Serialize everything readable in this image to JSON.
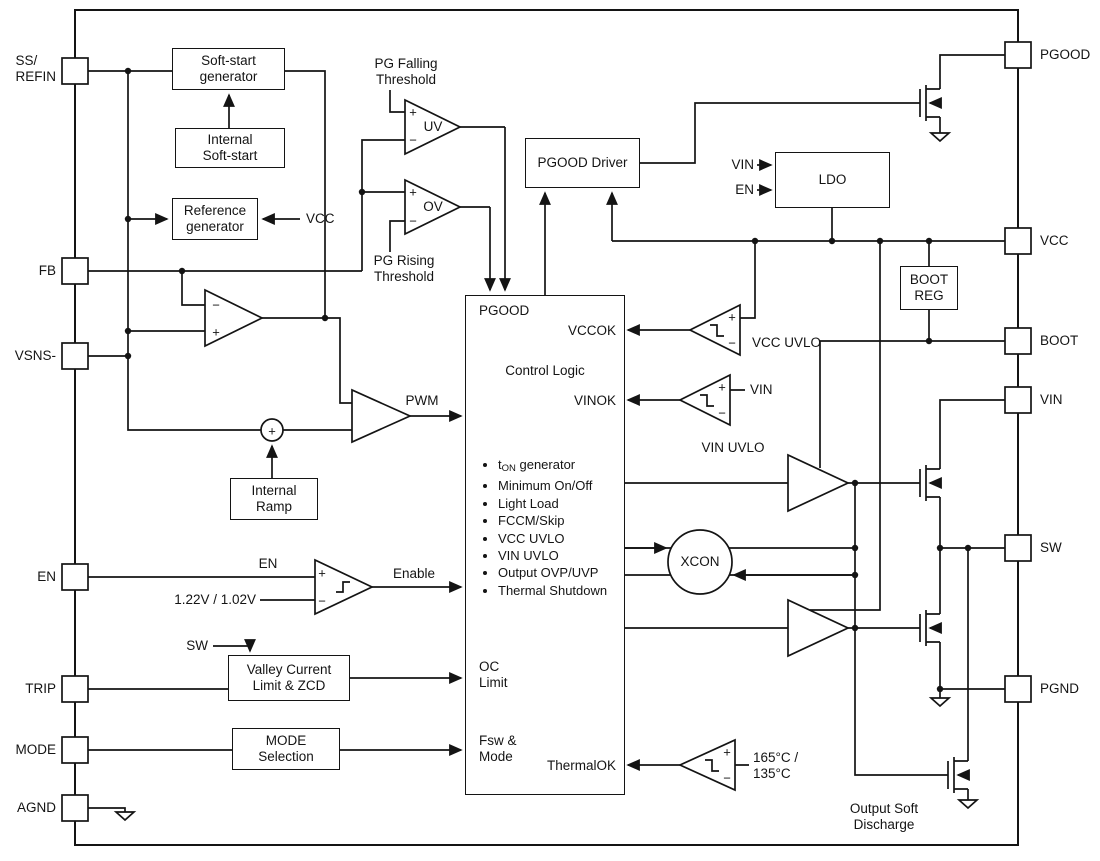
{
  "colors": {
    "ink": "#141414",
    "background": "#ffffff"
  },
  "sym": {
    "plus": "+",
    "minus": "−"
  },
  "pins": {
    "left": [
      "SS/\nREFIN",
      "FB",
      "VSNS-",
      "EN",
      "TRIP",
      "MODE",
      "AGND"
    ],
    "right": [
      "PGOOD",
      "VCC",
      "BOOT",
      "VIN",
      "SW",
      "PGND"
    ]
  },
  "blocks": {
    "soft_start": "Soft-start\ngenerator",
    "internal_ss": "Internal\nSoft-start",
    "ref_gen": "Reference\ngenerator",
    "pgood_driver": "PGOOD Driver",
    "ldo": "LDO",
    "boot_reg": "BOOT\nREG",
    "internal_ramp": "Internal\nRamp",
    "valley": "Valley Current\nLimit & ZCD",
    "mode_sel": "MODE\nSelection"
  },
  "labels": {
    "pg_falling": "PG Falling\nThreshold",
    "pg_rising": "PG Rising\nThreshold",
    "uv": "UV",
    "ov": "OV",
    "vcc_ref": "VCC",
    "pwm": "PWM",
    "en_sig": "EN",
    "en_thresh": "1.22V / 1.02V",
    "enable": "Enable",
    "sw_sense": "SW",
    "vin_ldo": "VIN",
    "en_ldo": "EN",
    "vcc_uvlo": "VCC UVLO",
    "vin_cmp": "VIN",
    "vin_uvlo": "VIN UVLO",
    "temp": "165°C /\n135°C",
    "xcon": "XCON",
    "discharge": "Output Soft\nDischarge"
  },
  "control_logic": {
    "pgood": "PGOOD",
    "vccok": "VCCOK",
    "title": "Control Logic",
    "vinok": "VINOK",
    "ton": {
      "pre": "t",
      "sub": "ON",
      "post": " generator"
    },
    "bullets": [
      "Minimum On/Off",
      "Light Load",
      "FCCM/Skip",
      "VCC UVLO",
      "VIN UVLO",
      "Output OVP/UVP",
      "Thermal Shutdown"
    ],
    "oc": "OC\nLimit",
    "fsw": "Fsw &\nMode",
    "thermalok": "ThermalOK"
  }
}
